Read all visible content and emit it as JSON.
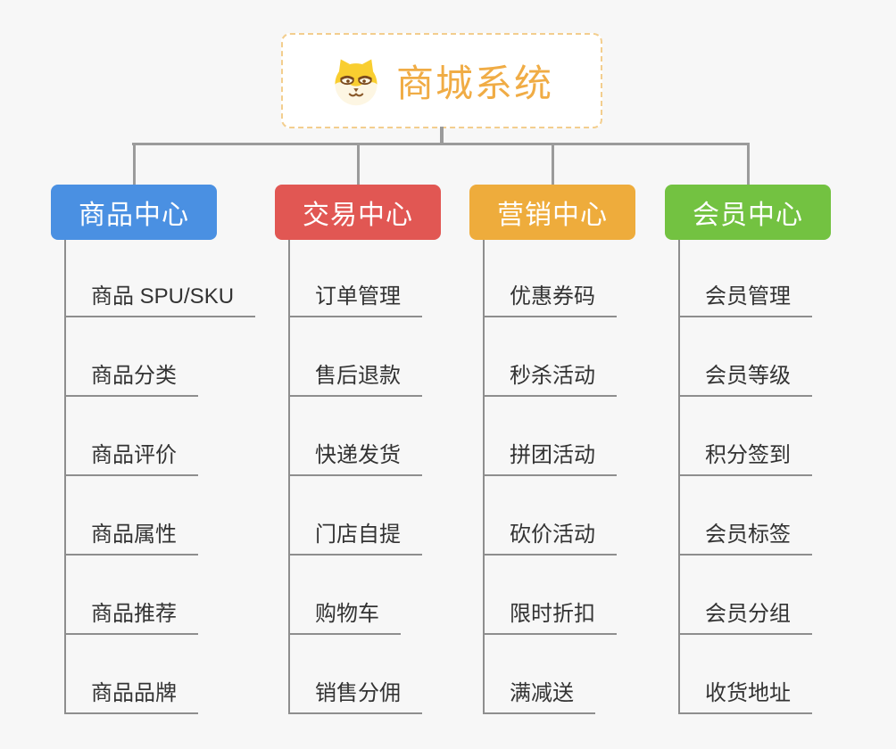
{
  "root": {
    "title": "商城系统",
    "icon": "dog-face-icon",
    "title_color": "#F0AC45",
    "border_color": "#F3CE8E"
  },
  "connector_color": "#9B9B9B",
  "leaf_line_color": "#8E8E8E",
  "branches": [
    {
      "label": "商品中心",
      "color": "#4A90E2",
      "items": [
        "商品 SPU/SKU",
        "商品分类",
        "商品评价",
        "商品属性",
        "商品推荐",
        "商品品牌"
      ]
    },
    {
      "label": "交易中心",
      "color": "#E15753",
      "items": [
        "订单管理",
        "售后退款",
        "快递发货",
        "门店自提",
        "购物车",
        "销售分佣"
      ]
    },
    {
      "label": "营销中心",
      "color": "#EEAC3C",
      "items": [
        "优惠券码",
        "秒杀活动",
        "拼团活动",
        "砍价活动",
        "限时折扣",
        "满减送"
      ]
    },
    {
      "label": "会员中心",
      "color": "#73C241",
      "items": [
        "会员管理",
        "会员等级",
        "积分签到",
        "会员标签",
        "会员分组",
        "收货地址"
      ]
    }
  ]
}
